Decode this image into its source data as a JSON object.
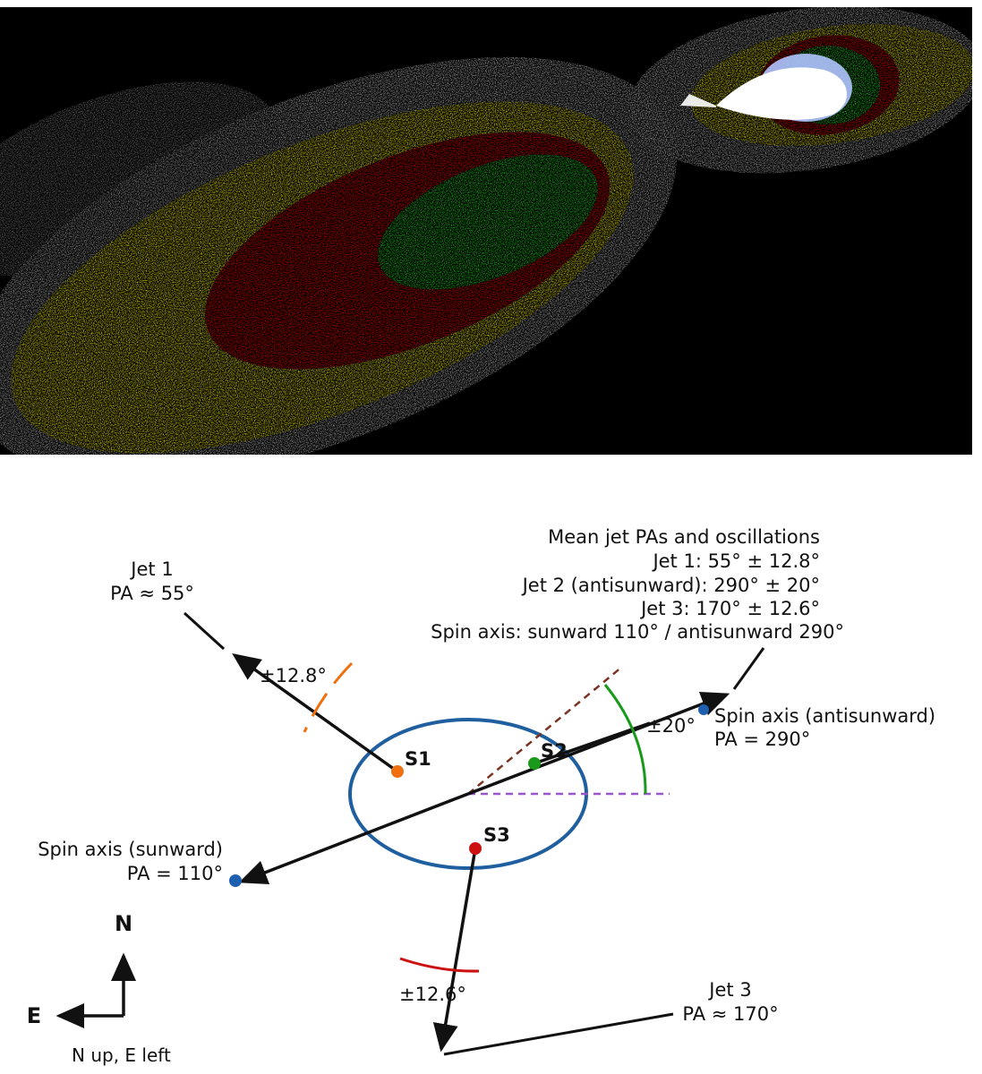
{
  "image_panel": {
    "colors": {
      "background": "#000000",
      "outer_glow": "#bfbfbf",
      "level_1": "#f0ea00",
      "level_2": "#e80000",
      "level_3": "#1ec81e",
      "core": "#ffffff",
      "core_edge": "#b0c4ff"
    }
  },
  "legend_box": {
    "title": "Mean jet PAs and oscillations",
    "lines": [
      "Jet 1: 55° ± 12.8°",
      "Jet 2 (antisunward): 290° ± 20°",
      "Jet 3: 170° ± 12.6°",
      "Spin axis: sunward 110° / antisunward 290°"
    ]
  },
  "jets": {
    "jet1": {
      "name": "Jet 1",
      "pa": "PA ≈ 55°",
      "oscillation": "±12.8°",
      "source": "S1",
      "color": "#f07010"
    },
    "jet2": {
      "source": "S2",
      "oscillation": "±20°",
      "color": "#1a9a1a"
    },
    "jet3": {
      "name": "Jet 3",
      "pa": "PA ≈ 170°",
      "oscillation": "±12.6°",
      "source": "S3",
      "color": "#cc1111"
    }
  },
  "spin_axis": {
    "sunward_label": "Spin axis (sunward)",
    "sunward_pa": "PA = 110°",
    "antisunward_label": "Spin axis (antisunward)",
    "antisunward_pa": "PA = 290°",
    "dot_color": "#1f5fb0"
  },
  "nucleus_color": "#1f5fa0",
  "compass": {
    "north": "N",
    "east": "E",
    "caption": "N up, E left"
  }
}
